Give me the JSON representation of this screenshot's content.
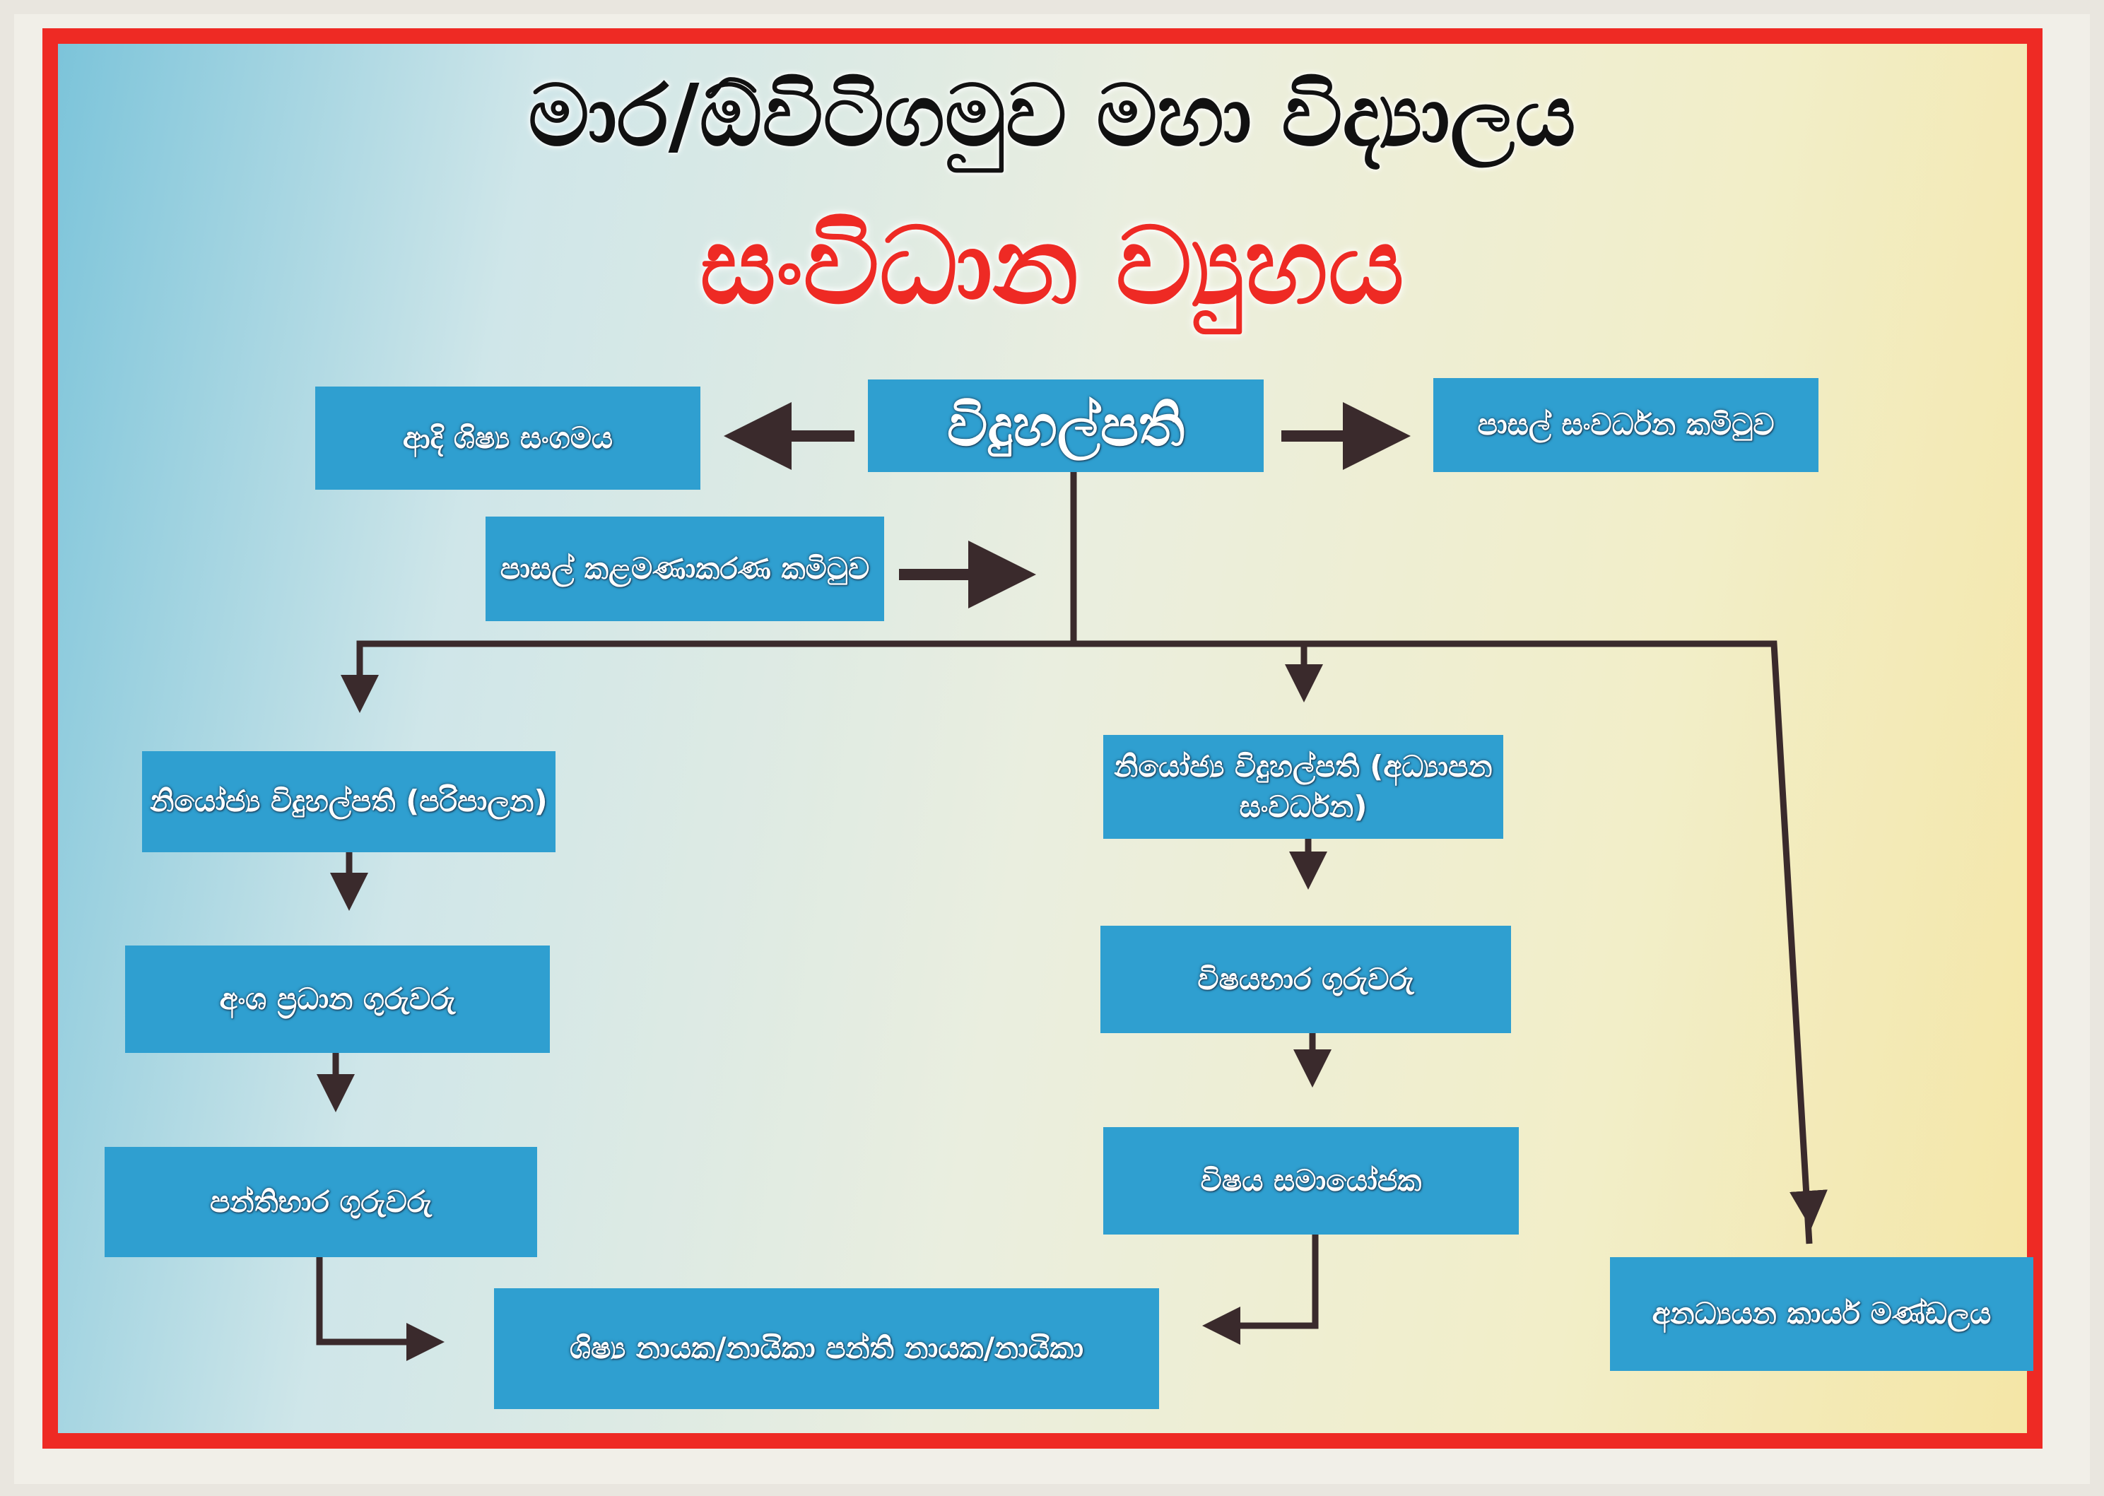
{
  "title": "මාර/ඕවිටිගමුව මහා විද්‍යාලය",
  "subtitle": "සංවිධාන ව්‍යුහය",
  "colors": {
    "box": "#2f9fd0",
    "frame": "#ee2a24",
    "arrow": "#3a2a2c"
  },
  "nodes": {
    "principal": "විදුහල්පති",
    "past_pupils": "ආදි ශිෂ්‍ය සංගමය",
    "development_committee": "පාසල් සංවර්ධන කමිටුව",
    "management_committee": "පාසල් කළමණාකරණ කමිටුව",
    "deputy_admin": "නියෝජ්‍ය විදුහල්පති (පරිපාලන)",
    "deputy_education": "නියෝජ්‍ය විදුහල්පති (අධ්‍යාපන සංවර්ධන)",
    "section_heads": "අංශ ප්‍රධාන ගුරුවරු",
    "class_teachers": "පන්තිභාර ගුරුවරු",
    "subject_teachers": "විෂයභාර ගුරුවරු",
    "subject_coordinators": "විෂය සමායෝජක",
    "student_leaders": "ශිෂ්‍ය නායක/නායිකා පන්ති නායක/නායිකා",
    "non_academic_staff": "අනධ්‍යයන කාර්ය මණ්ඩලය"
  }
}
